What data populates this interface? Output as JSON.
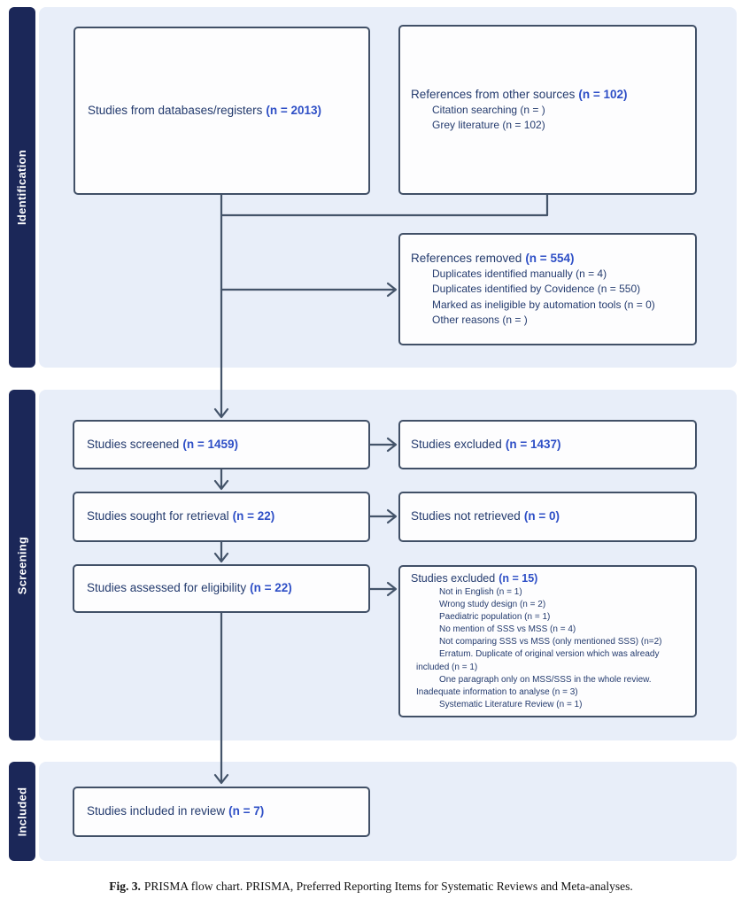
{
  "palette": {
    "sidebar_navy": "#1b2758",
    "panel_blue": "#e8eef9",
    "box_border": "#415067",
    "text_navy": "#243b6e",
    "count_blue": "#2e4fc6",
    "connector": "#44546a"
  },
  "sections": {
    "identification": {
      "label": "Identification"
    },
    "screening": {
      "label": "Screening"
    },
    "included": {
      "label": "Included"
    }
  },
  "boxes": {
    "databases": {
      "title": "Studies from databases/registers",
      "n": "(n = 2013)"
    },
    "other_sources": {
      "title": "References from other sources",
      "n": "(n = 102)",
      "items": [
        "Citation searching (n = )",
        "Grey literature (n = 102)"
      ]
    },
    "removed": {
      "title": "References removed",
      "n": "(n = 554)",
      "items": [
        "Duplicates identified manually (n = 4)",
        "Duplicates identified by Covidence (n = 550)",
        "Marked as ineligible by automation tools (n = 0)",
        "Other reasons (n = )"
      ]
    },
    "screened": {
      "title": "Studies screened",
      "n": "(n = 1459)"
    },
    "excluded_screening": {
      "title": "Studies excluded",
      "n": "(n = 1437)"
    },
    "sought": {
      "title": "Studies sought for retrieval",
      "n": "(n = 22)"
    },
    "not_retrieved": {
      "title": "Studies not retrieved",
      "n": "(n = 0)"
    },
    "assessed": {
      "title": "Studies assessed for eligibility",
      "n": "(n = 22)"
    },
    "excluded_eligibility": {
      "title": "Studies excluded",
      "n": "(n = 15)",
      "items": [
        "Not in English (n = 1)",
        "Wrong study design (n = 2)",
        "Paediatric population (n = 1)",
        "No mention of SSS vs MSS (n = 4)",
        "Not comparing SSS vs MSS (only mentioned SSS) (n=2)",
        "Erratum. Duplicate of original version which was already included (n = 1)",
        "One paragraph only on MSS/SSS in the whole review. Inadequate information to analyse (n = 3)",
        "Systematic Literature Review (n = 1)"
      ]
    },
    "included_review": {
      "title": "Studies included in review",
      "n": "(n = 7)"
    }
  },
  "caption": {
    "label": "Fig. 3.",
    "text": "PRISMA flow chart. PRISMA, Preferred Reporting Items for Systematic Reviews and Meta-analyses."
  }
}
